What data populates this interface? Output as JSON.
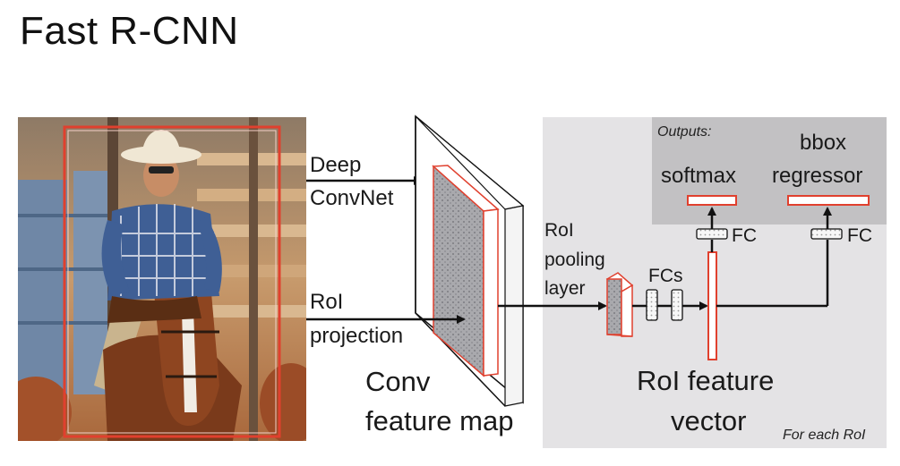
{
  "slide": {
    "title": "Fast R-CNN"
  },
  "labels": {
    "deep_convnet_line1": "Deep",
    "deep_convnet_line2": "ConvNet",
    "roi_projection_line1": "RoI",
    "roi_projection_line2": "projection",
    "conv_feature_map_line1": "Conv",
    "conv_feature_map_line2": "feature map",
    "roi_pooling_line1": "RoI",
    "roi_pooling_line2": "pooling",
    "roi_pooling_line3": "layer",
    "fcs": "FCs",
    "roi_feature_vector_line1": "RoI feature",
    "roi_feature_vector_line2": "vector",
    "outputs": "Outputs:",
    "softmax": "softmax",
    "bbox_line1": "bbox",
    "bbox_line2": "regressor",
    "fc_left": "FC",
    "fc_right": "FC",
    "for_each_roi": "For each RoI"
  },
  "colors": {
    "roi_red": "#e0402e",
    "panel_gray": "#e4e3e5",
    "outputs_gray": "#c2c1c3",
    "arrow": "#111111"
  }
}
